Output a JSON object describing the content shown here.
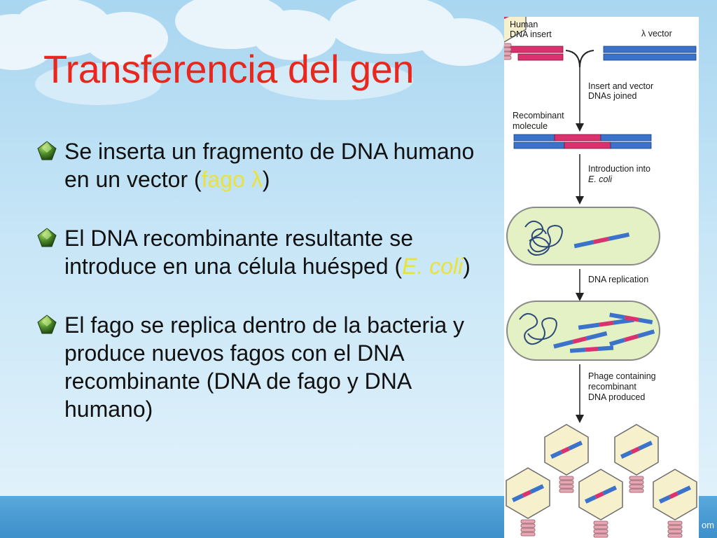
{
  "slide": {
    "title": "Transferencia del gen",
    "bullets": [
      {
        "text": "Se inserta un fragmento de DNA humano en un vector (",
        "highlight": "fago λ",
        "after": ")"
      },
      {
        "text": "El DNA recombinante resultante se introduce en una célula huésped (",
        "highlight": "E. coli",
        "after": ")"
      },
      {
        "text": "El fago se replica dentro de la bacteria y produce nuevos fagos con el DNA recombinante (DNA de fago y DNA humano)",
        "highlight": "",
        "after": ""
      }
    ],
    "footer_text": "om"
  },
  "diagram": {
    "labels": {
      "human_insert_1": "Human",
      "human_insert_2": "DNA insert",
      "vector": "λ vector",
      "joined_1": "Insert and vector",
      "joined_2": "DNAs joined",
      "recomb_1": "Recombinant",
      "recomb_2": "molecule",
      "intro_1": "Introduction into",
      "intro_2": "E. coli",
      "replication": "DNA replication",
      "phage_1": "Phage containing",
      "phage_2": "recombinant",
      "phage_3": "DNA produced"
    },
    "colors": {
      "human_dna": "#d9326e",
      "vector_dna": "#3a73c9",
      "cell_fill": "#e4f1c4",
      "cell_stroke": "#8a8a8a",
      "phage_head": "#f6f0cc",
      "phage_tail": "#e7a6b2",
      "arrow": "#222222"
    }
  }
}
